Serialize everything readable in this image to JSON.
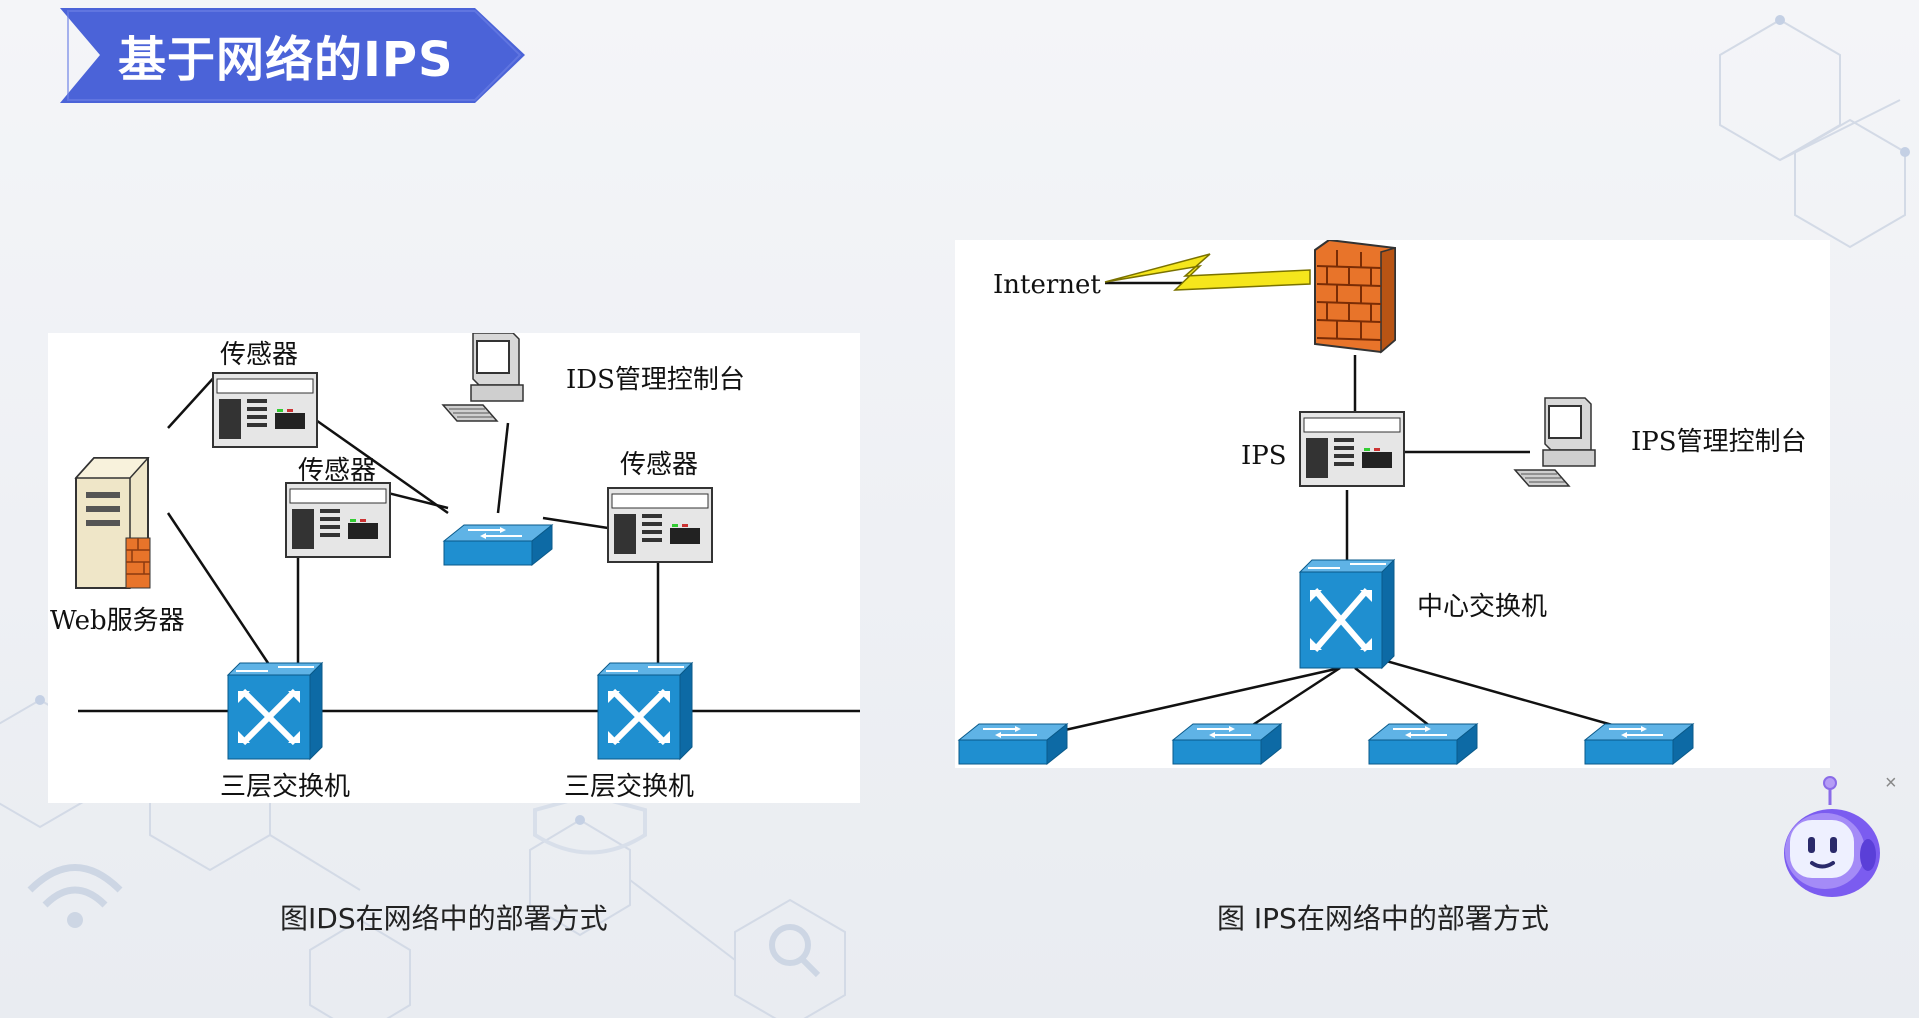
{
  "slide": {
    "title": "基于网络的IPS"
  },
  "ids_diagram": {
    "labels": {
      "sensor_top": "传感器",
      "sensor_mid": "传感器",
      "sensor_right": "传感器",
      "ids_console": "IDS管理控制台",
      "web_server": "Web服务器",
      "l3_switch_left": "三层交换机",
      "l3_switch_right": "三层交换机"
    },
    "caption": "图IDS在网络中的部署方式"
  },
  "ips_diagram": {
    "labels": {
      "internet": "Internet",
      "ips": "IPS",
      "ips_console": "IPS管理控制台",
      "core_switch": "中心交换机"
    },
    "caption": "图  IPS在网络中的部署方式"
  },
  "assistant": {
    "close_glyph": "×"
  },
  "colors": {
    "banner": "#4b63d8",
    "switch_blue": "#1f8fd0",
    "firewall": "#e8742a",
    "lightning": "#f5e61c"
  }
}
